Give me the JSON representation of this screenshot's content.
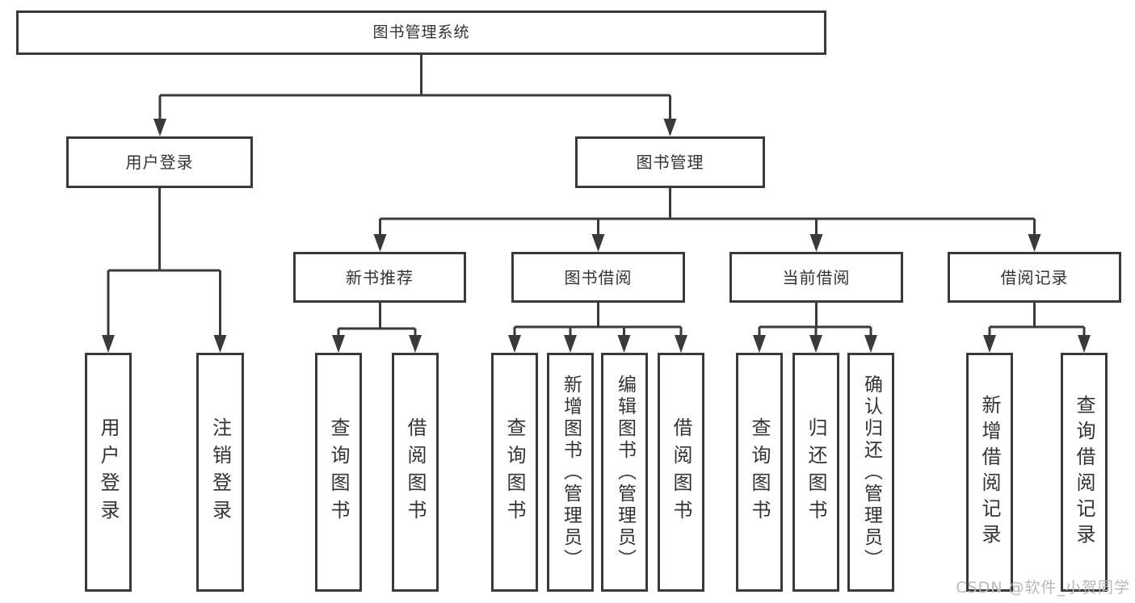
{
  "tree": {
    "root": {
      "label": "图书管理系统"
    },
    "branches": [
      {
        "label": "用户登录",
        "leaves": [
          {
            "label": "用户登录"
          },
          {
            "label": "注销登录"
          }
        ]
      },
      {
        "label": "图书管理",
        "groups": [
          {
            "label": "新书推荐",
            "leaves": [
              {
                "label": "查询图书"
              },
              {
                "label": "借阅图书"
              }
            ]
          },
          {
            "label": "图书借阅",
            "leaves": [
              {
                "label": "查询图书"
              },
              {
                "label": "新增图书（管理员）"
              },
              {
                "label": "编辑图书（管理员）"
              },
              {
                "label": "借阅图书"
              }
            ]
          },
          {
            "label": "当前借阅",
            "leaves": [
              {
                "label": "查询图书"
              },
              {
                "label": "归还图书"
              },
              {
                "label": "确认归还（管理员）"
              }
            ]
          },
          {
            "label": "借阅记录",
            "leaves": [
              {
                "label": "新增借阅记录"
              },
              {
                "label": "查询借阅记录"
              }
            ]
          }
        ]
      }
    ]
  },
  "watermark": {
    "text": "CSDN @软件_小贺同学"
  },
  "colors": {
    "line": "#3a3a3a",
    "text": "#333333",
    "background": "#ffffff",
    "watermark": "#b8b8b8"
  }
}
